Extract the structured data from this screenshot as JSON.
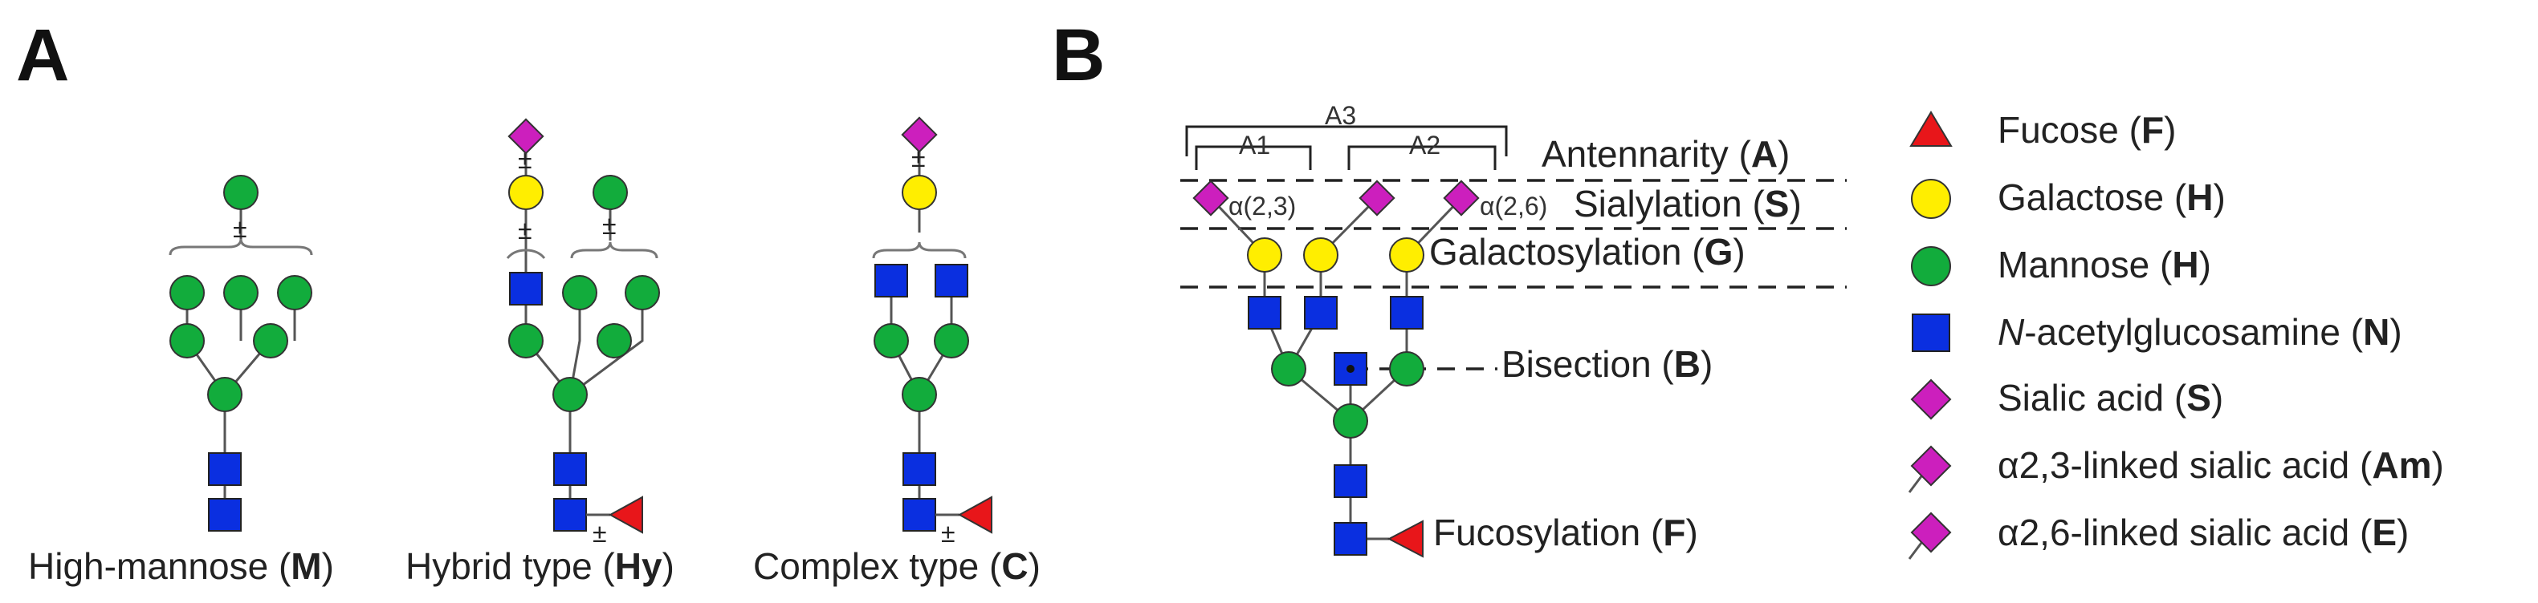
{
  "panel_a": {
    "letter": "A",
    "structures": [
      {
        "label": "High-mannose",
        "code": "M"
      },
      {
        "label": "Hybrid type",
        "code": "Hy"
      },
      {
        "label": "Complex type",
        "code": "C"
      }
    ],
    "pm_symbol": "±"
  },
  "panel_b": {
    "letter": "B",
    "a3": "A3",
    "a1": "A1",
    "a2": "A2",
    "alpha23": "α(2,3)",
    "alpha26": "α(2,6)",
    "features": [
      {
        "label": "Antennarity",
        "code": "A"
      },
      {
        "label": "Sialylation",
        "code": "S"
      },
      {
        "label": "Galactosylation",
        "code": "G"
      },
      {
        "label": "Bisection",
        "code": "B"
      },
      {
        "label": "Fucosylation",
        "code": "F"
      }
    ]
  },
  "legend": [
    {
      "shape": "triangle",
      "color": "#e8161a",
      "prefix": "",
      "italic": "",
      "text": "Fucose",
      "code": "F"
    },
    {
      "shape": "circle",
      "color": "#ffee00",
      "prefix": "",
      "italic": "",
      "text": "Galactose",
      "code": "H"
    },
    {
      "shape": "circle",
      "color": "#12ac3c",
      "prefix": "",
      "italic": "",
      "text": "Mannose",
      "code": "H"
    },
    {
      "shape": "square",
      "color": "#0a2fe0",
      "prefix": "",
      "italic": "N",
      "text": "-acetylglucosamine",
      "code": "N"
    },
    {
      "shape": "diamond",
      "color": "#cc1fbd",
      "prefix": "",
      "italic": "",
      "text": "Sialic acid",
      "code": "S"
    },
    {
      "shape": "diamond-ll",
      "color": "#cc1fbd",
      "prefix": "α2,3-linked sialic acid",
      "italic": "",
      "text": "",
      "code": "Am"
    },
    {
      "shape": "diamond-lr",
      "color": "#cc1fbd",
      "prefix": "α2,6-linked sialic acid",
      "italic": "",
      "text": "",
      "code": "E"
    }
  ],
  "colors": {
    "fucose": "#e8161a",
    "galactose": "#ffee00",
    "mannose": "#12ac3c",
    "glcnac": "#0a2fe0",
    "sialic": "#cc1fbd"
  }
}
